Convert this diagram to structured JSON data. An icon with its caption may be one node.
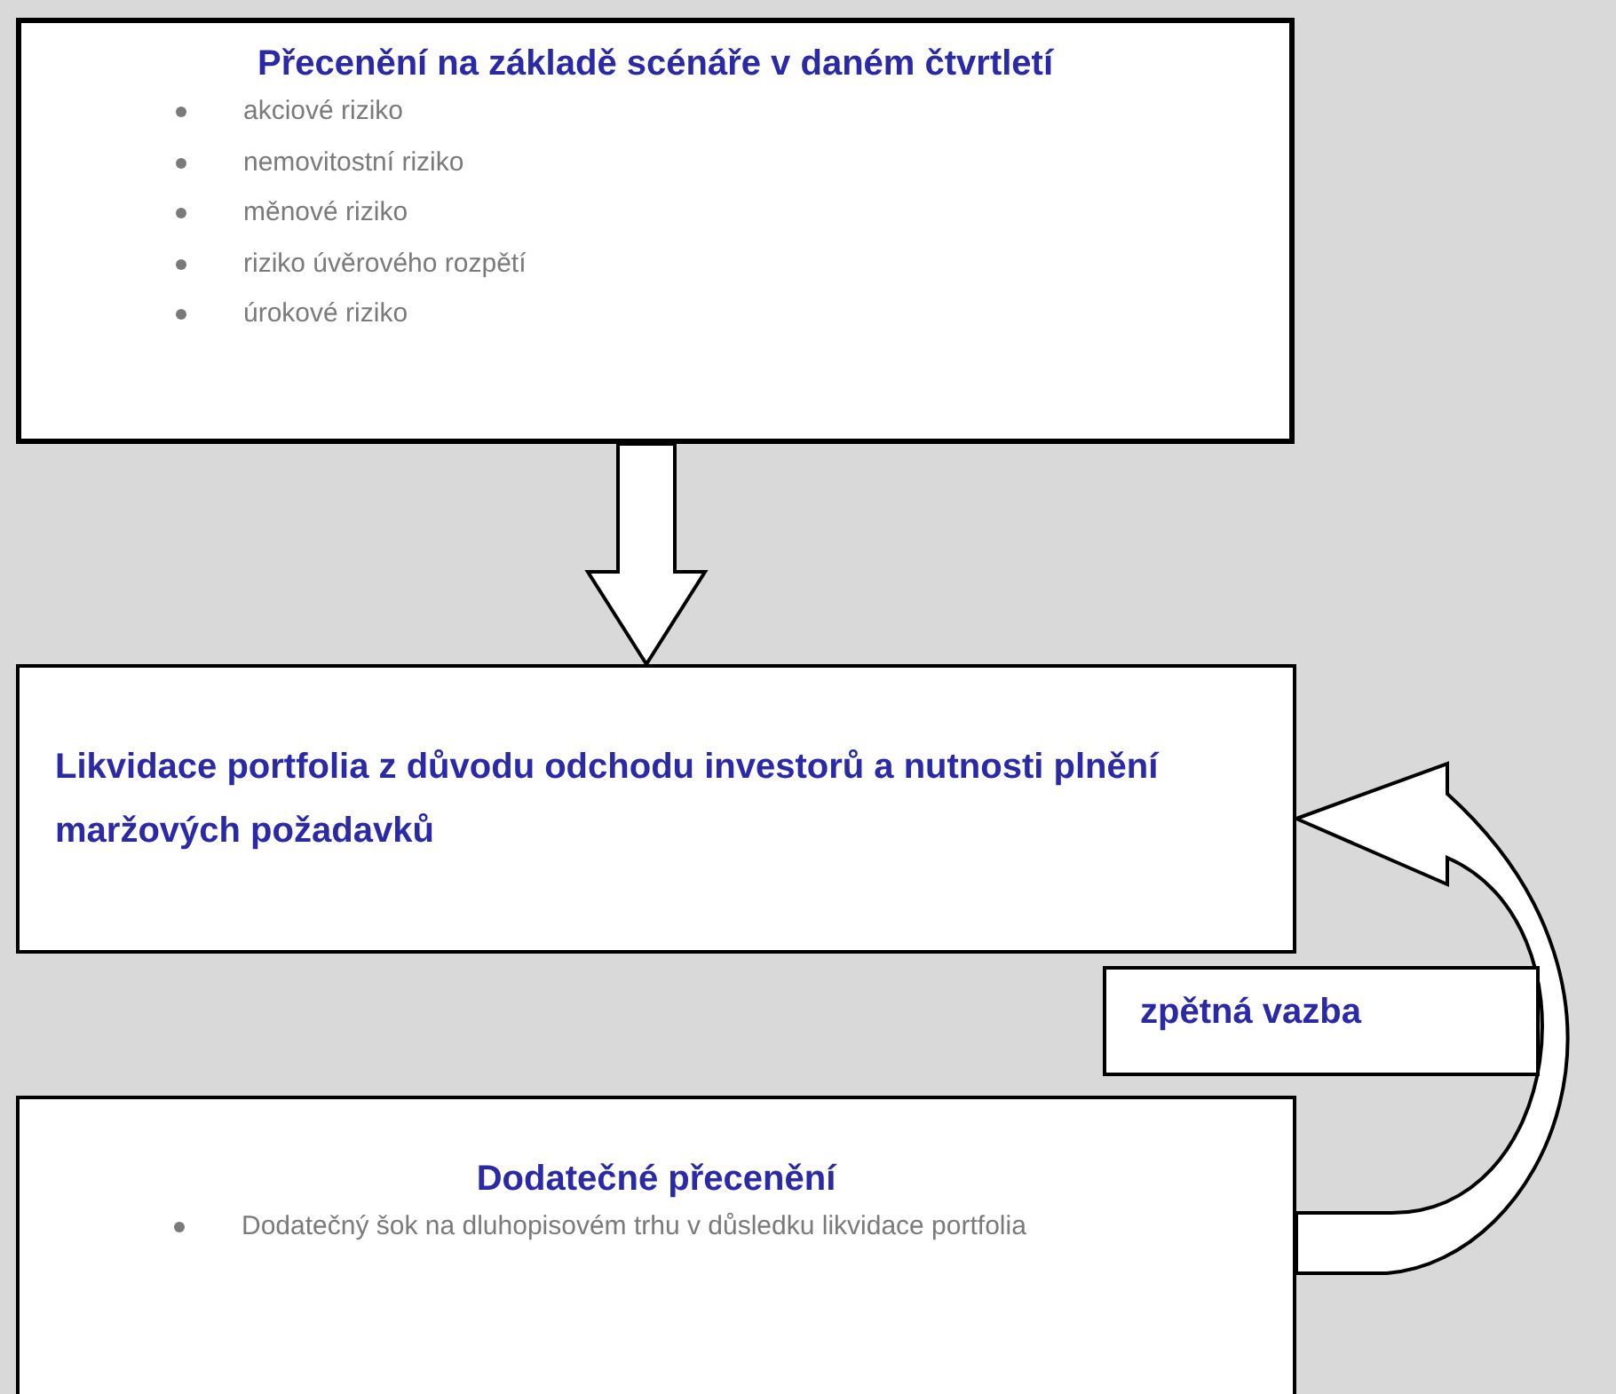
{
  "diagram": {
    "nodes": [
      {
        "text": [
          "Přecenění na základě scénáře v daném čtvrtletí",
          "akciové riziko",
          "nemovitostní riziko",
          "měnové riziko",
          "riziko úvěrového rozpětí",
          "úrokové riziko"
        ]
      },
      {
        "text": [
          "Likvidace portfolia z důvodu odchodu investorů a nutnosti plnění maržových požadavků"
        ]
      },
      {
        "text": [
          "zpětná vazba"
        ]
      },
      {
        "text": [
          "Dodatečné přecenění",
          "Dodatečný šok na dluhopisovém trhu v důsledku likvidace portfolia"
        ]
      }
    ],
    "edges": [
      {
        "from": 0,
        "to": 1,
        "arrow": "to"
      },
      {
        "from": 3,
        "to": 1,
        "arrow": "to"
      }
    ]
  }
}
